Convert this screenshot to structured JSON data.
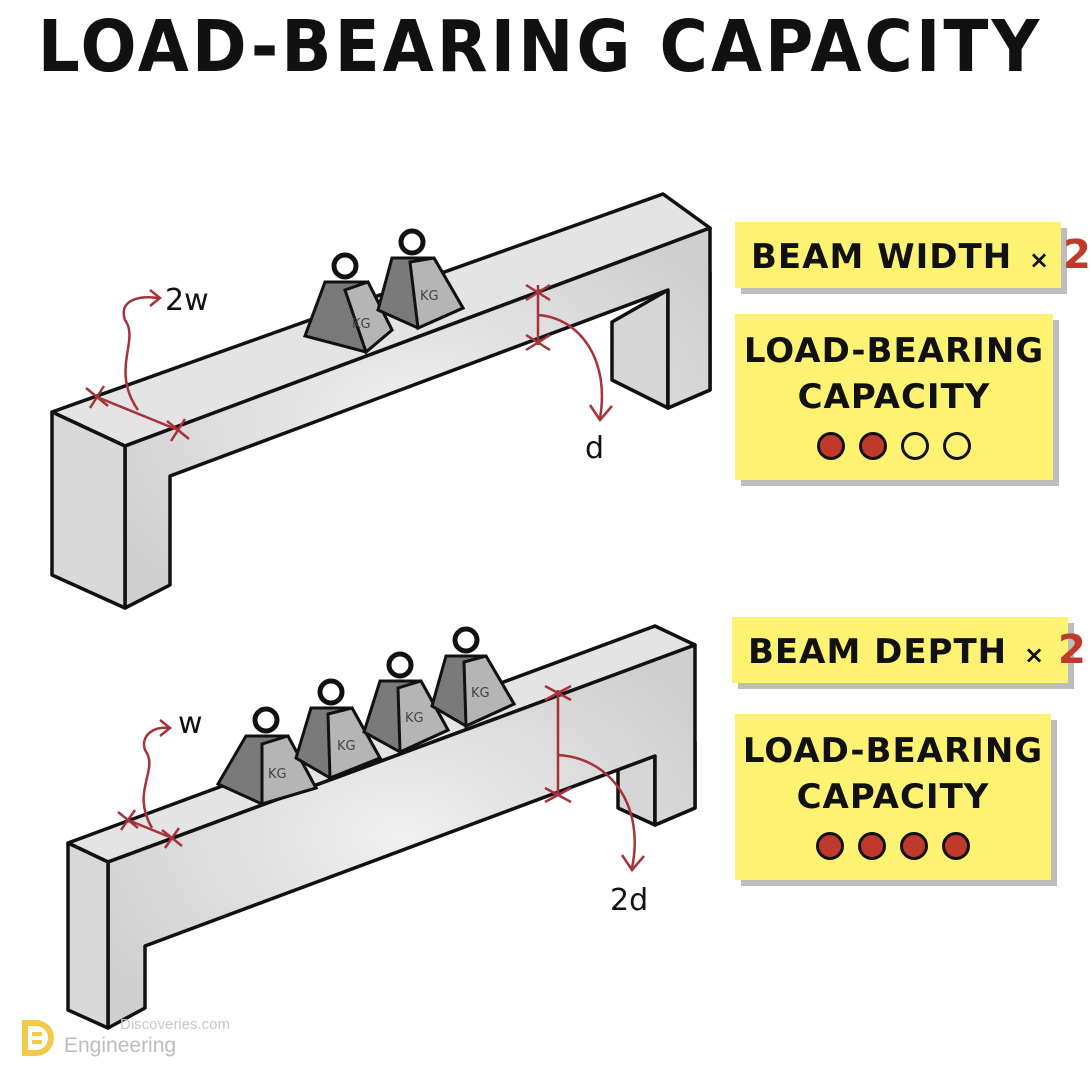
{
  "title": "LOAD-BEARING CAPACITY",
  "diagrams": [
    {
      "beam_label": "BEAM WIDTH",
      "times": "×",
      "factor": "2",
      "capacity_title_line1": "LOAD-BEARING",
      "capacity_title_line2": "CAPACITY",
      "capacity_rating": 2,
      "capacity_max": 4,
      "width_label": "2w",
      "depth_label": "d",
      "weight_label": "KG",
      "weight_count": 2
    },
    {
      "beam_label": "BEAM DEPTH",
      "times": "×",
      "factor": "2",
      "capacity_title_line1": "LOAD-BEARING",
      "capacity_title_line2": "CAPACITY",
      "capacity_rating": 4,
      "capacity_max": 4,
      "width_label": "w",
      "depth_label": "2d",
      "weight_label": "KG",
      "weight_count": 4
    }
  ],
  "colors": {
    "accent_red": "#c0392b",
    "note_yellow": "#fdf271",
    "beam_fill": "#e9e9e9",
    "weight_dark": "#7a7a7a",
    "weight_light": "#b5b5b5"
  },
  "watermark": {
    "line1": "Discoveries.com",
    "line2": "Engineering"
  }
}
